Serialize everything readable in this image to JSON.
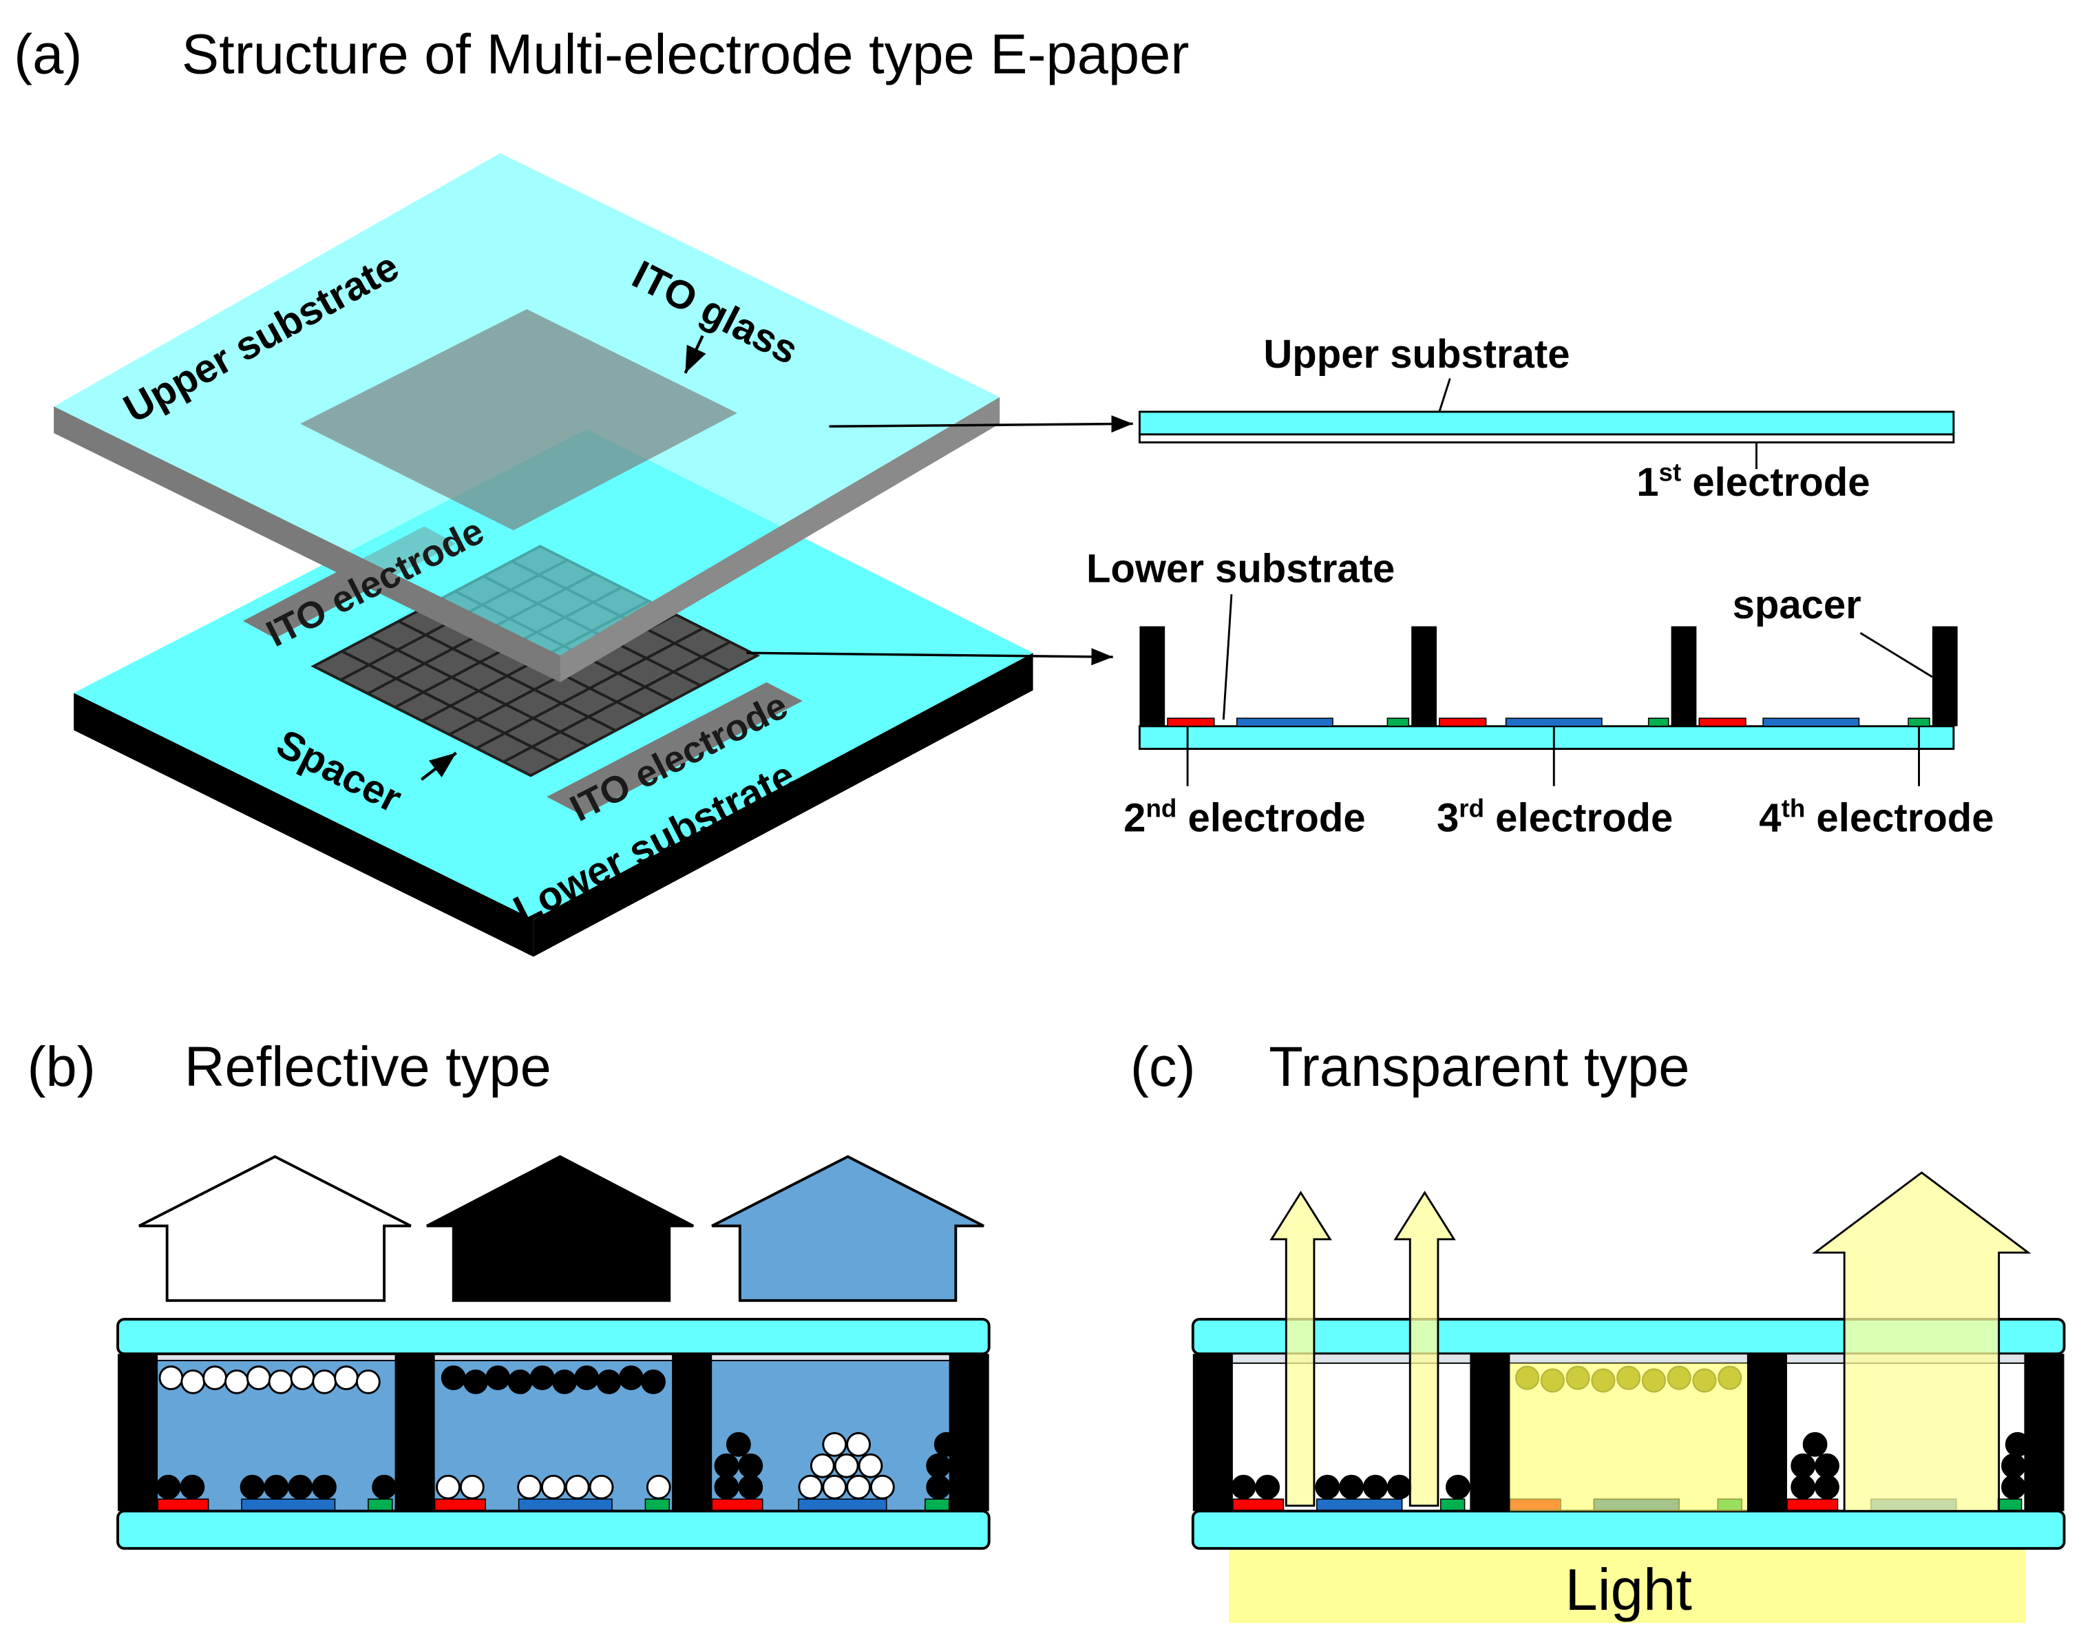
{
  "panel_a": {
    "letter": "(a)",
    "title": "Structure of Multi-electrode type E-paper",
    "perspective_labels": {
      "upper_substrate": "Upper substrate",
      "ito_glass": "ITO glass",
      "ito_electrode_left": "ITO electrode",
      "ito_electrode_right": "ITO electrode",
      "spacer": "Spacer",
      "lower_substrate": "Lower substrate"
    },
    "upper_cross_section": {
      "upper_substrate": "Upper substrate",
      "first_electrode_num": "1",
      "first_electrode_sup": "st",
      "first_electrode_text": " electrode"
    },
    "lower_cross_section": {
      "lower_substrate": "Lower substrate",
      "spacer": "spacer",
      "second_num": "2",
      "second_sup": "nd",
      "second_text": " electrode",
      "third_num": "3",
      "third_sup": "rd",
      "third_text": " electrode",
      "fourth_num": "4",
      "fourth_sup": "th",
      "fourth_text": " electrode"
    }
  },
  "panel_b": {
    "letter": "(b)",
    "title": "Reflective type"
  },
  "panel_c": {
    "letter": "(c)",
    "title": "Transparent type",
    "light_label": "Light"
  },
  "colors": {
    "substrate": "#66ffff",
    "fluid_blue": "#66a5d8",
    "electrode_red": "#ff0000",
    "electrode_blue": "#1f6fc8",
    "electrode_green": "#00b050",
    "light_yellow": "#ffff99",
    "olive_particle": "#7f7f00",
    "spacer": "#000000"
  }
}
